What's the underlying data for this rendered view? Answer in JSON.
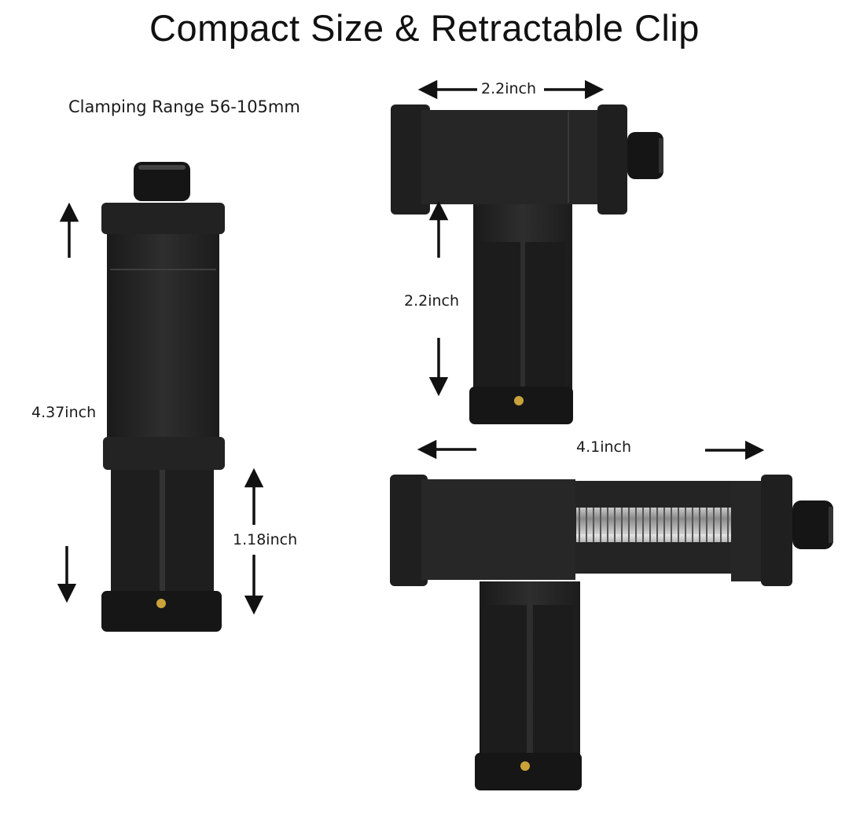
{
  "title": "Compact Size & Retractable Clip",
  "labels": {
    "clamping_range": "Clamping Range 56-105mm",
    "height_total": "4.37inch",
    "extension": "1.18inch",
    "width_closed": "2.2inch",
    "height_closed": "2.2inch",
    "width_open": "4.1inch"
  },
  "colors": {
    "plastic_dark": "#1e1e1e",
    "plastic_mid": "#2b2b2b",
    "highlight": "#3d3d3d",
    "spring": "#b5b5b5",
    "brass": "#c9a33a"
  }
}
